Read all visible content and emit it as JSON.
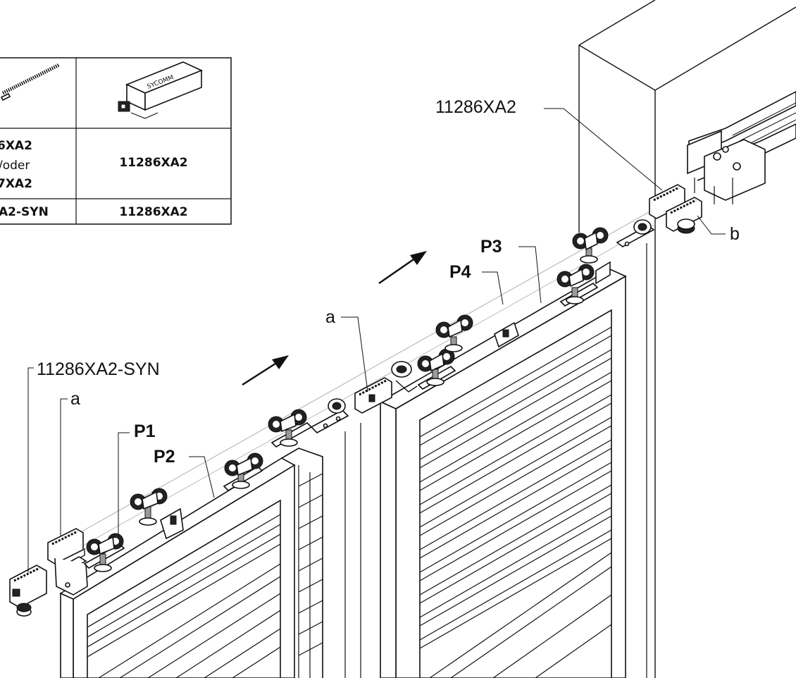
{
  "table": {
    "row_header": {
      "left_image": "belt-kit",
      "right_image": "sycomm-motor-box"
    },
    "right_image_text": "SYCOMM",
    "row1": {
      "left_line1": "6XA2",
      "left_line2": "/oder",
      "left_line3": "7XA2",
      "right": "11286XA2"
    },
    "row2": {
      "left": "A2-SYN",
      "right": "11286XA2"
    }
  },
  "callouts": {
    "top_right_part": "11286XA2",
    "b": "b",
    "p3": "P3",
    "p4": "P4",
    "a_middle": "a",
    "syn_part": "11286XA2-SYN",
    "a_left": "a",
    "p1": "P1",
    "p2": "P2"
  },
  "arrows": [
    "direction-arrow",
    "direction-arrow"
  ]
}
